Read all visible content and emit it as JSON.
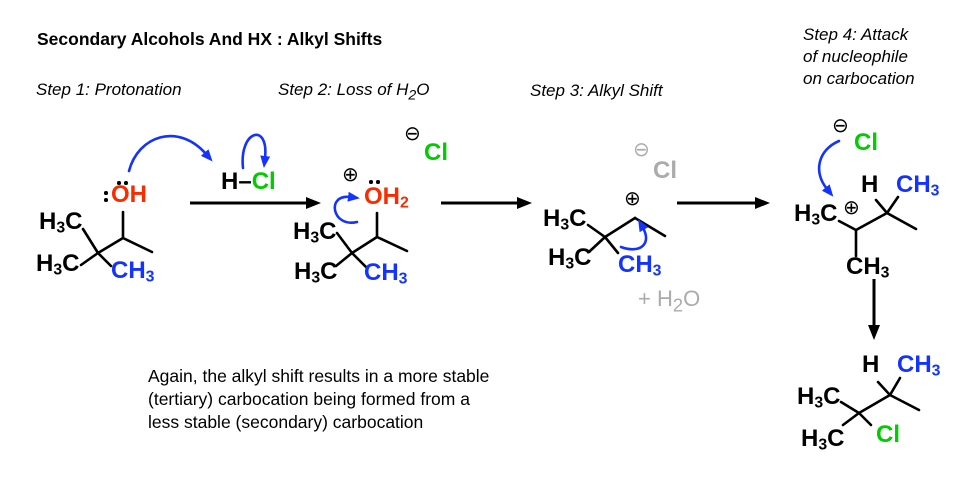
{
  "title": "Secondary Alcohols And HX : Alkyl Shifts",
  "colors": {
    "carbon_black": "#000000",
    "oxygen_red": "#f92c00",
    "shifted_methyl_blue": "#1433ff",
    "chlorine_green": "#00cc00",
    "faded_gray": "#ababab",
    "curved_arrow_blue": "#1433ff"
  },
  "step_labels": {
    "step1": "Step 1: Protonation",
    "step2": {
      "pre": "Step 2: Loss of H",
      "sub": "2",
      "post": "O"
    },
    "step3": "Step 3: Alkyl Shift",
    "step4": [
      "Step 4: Attack",
      "of nucleophile",
      "on carbocation"
    ]
  },
  "caption": [
    "Again, the alkyl shift results in a more stable",
    "(tertiary) carbocation being formed from a",
    "less stable (secondary) carbocation"
  ],
  "fragments": {
    "h3c": {
      "pre": "H",
      "sub": "3",
      "post": "C"
    },
    "ch3": {
      "pre": "CH",
      "sub": "3"
    },
    "oh": "OH",
    "oh2": {
      "pre": "OH",
      "sub": "2"
    },
    "h": "H",
    "cl": "Cl",
    "dash": "–",
    "plus": "⊕",
    "minus": "⊖",
    "water": {
      "pre": "+ H",
      "sub": "2",
      "post": "O"
    }
  }
}
